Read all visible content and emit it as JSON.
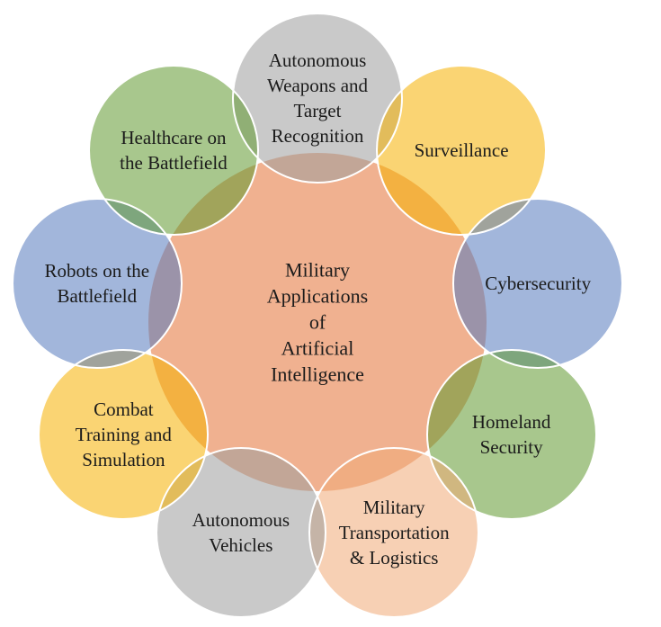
{
  "style": {
    "background": "#ffffff",
    "stroke_color": "#ffffff",
    "text_color": "#1b1b1b"
  },
  "center": {
    "id": "military-applications-ai",
    "label_lines": [
      "Military",
      "Applications",
      "of",
      "Artificial",
      "Intelligence"
    ],
    "color": "#F0B190"
  },
  "satellites": [
    {
      "id": "autonomous-weapons",
      "label_lines": [
        "Autonomous",
        "Weapons and",
        "Target",
        "Recognition"
      ],
      "color": "#C9C9C9"
    },
    {
      "id": "surveillance",
      "label_lines": [
        "Surveillance"
      ],
      "color": "#FAD468"
    },
    {
      "id": "cybersecurity",
      "label_lines": [
        "Cybersecurity"
      ],
      "color": "#A2B6DB"
    },
    {
      "id": "homeland-security",
      "label_lines": [
        "Homeland",
        "Security"
      ],
      "color": "#A8C78D"
    },
    {
      "id": "military-transportation",
      "label_lines": [
        "Military",
        "Transportation",
        "& Logistics"
      ],
      "color": "#F7D0B4"
    },
    {
      "id": "autonomous-vehicles",
      "label_lines": [
        "Autonomous",
        "Vehicles"
      ],
      "color": "#C9C9C9"
    },
    {
      "id": "combat-training",
      "label_lines": [
        "Combat",
        "Training and",
        "Simulation"
      ],
      "color": "#FAD468"
    },
    {
      "id": "robots-battlefield",
      "label_lines": [
        "Robots on the",
        "Battlefield"
      ],
      "color": "#A2B6DB"
    },
    {
      "id": "healthcare-battlefield",
      "label_lines": [
        "Healthcare on",
        "the Battlefield"
      ],
      "color": "#A8C78D"
    }
  ]
}
